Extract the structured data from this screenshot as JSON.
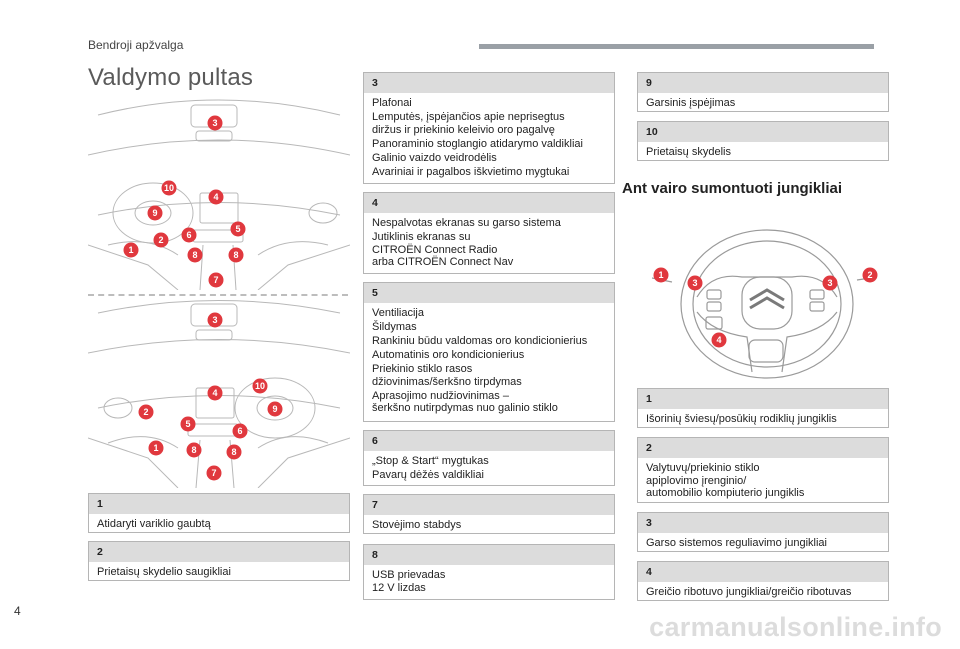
{
  "header": {
    "section": "Bendroji apžvalga",
    "title": "Valdymo pultas"
  },
  "footer": {
    "page_number": "4",
    "watermark": "carmanualsonline.info"
  },
  "left_boxes": [
    {
      "num": "1",
      "lines": [
        "Atidaryti variklio gaubtą"
      ]
    },
    {
      "num": "2",
      "lines": [
        "Prietaisų skydelio saugikliai"
      ]
    }
  ],
  "middle_boxes": [
    {
      "num": "3",
      "lines": [
        "Plafonai",
        "Lemputės, įspėjančios apie neprisegtus",
        "diržus ir priekinio keleivio oro pagalvę",
        "Panoraminio stoglangio atidarymo valdikliai",
        "Galinio vaizdo veidrodėlis",
        "Avariniai ir pagalbos iškvietimo mygtukai"
      ]
    },
    {
      "num": "4",
      "lines": [
        "Nespalvotas ekranas su garso sistema",
        "Jutiklinis ekranas su",
        "CITROËN Connect Radio",
        "arba CITROËN Connect Nav"
      ]
    },
    {
      "num": "5",
      "lines": [
        "Ventiliacija",
        "Šildymas",
        "Rankiniu būdu valdomas oro kondicionierius",
        "Automatinis oro kondicionierius",
        "Priekinio stiklo rasos",
        "džiovinimas/šerkšno tirpdymas",
        "Aprasojimo nudžiovinimas –",
        "šerkšno nutirpdymas nuo galinio stiklo"
      ]
    },
    {
      "num": "6",
      "lines": [
        "„Stop & Start“ mygtukas",
        "Pavarų dėžės valdikliai"
      ]
    },
    {
      "num": "7",
      "lines": [
        "Stovėjimo stabdys"
      ]
    },
    {
      "num": "8",
      "lines": [
        "USB prievadas",
        "12 V lizdas"
      ]
    }
  ],
  "right_top_boxes": [
    {
      "num": "9",
      "lines": [
        "Garsinis įspėjimas"
      ]
    },
    {
      "num": "10",
      "lines": [
        "Prietaisų skydelis"
      ]
    }
  ],
  "steering_heading": "Ant vairo sumontuoti jungikliai",
  "right_bottom_boxes": [
    {
      "num": "1",
      "lines": [
        "Išorinių šviesų/posūkių rodiklių jungiklis"
      ]
    },
    {
      "num": "2",
      "lines": [
        "Valytuvų/priekinio stiklo",
        "apiplovimo įrenginio/",
        "automobilio kompiuterio jungiklis"
      ]
    },
    {
      "num": "3",
      "lines": [
        "Garso sistemos reguliavimo jungikliai"
      ]
    },
    {
      "num": "4",
      "lines": [
        "Greičio ribotuvo jungikliai/greičio ribotuvas"
      ]
    }
  ],
  "illustration_labels": {
    "lhd": [
      "3",
      "10",
      "4",
      "9",
      "5",
      "6",
      "2",
      "1",
      "8",
      "8",
      "7"
    ],
    "rhd": [
      "3",
      "4",
      "10",
      "9",
      "2",
      "5",
      "6",
      "1",
      "8",
      "8",
      "7"
    ],
    "wheel": [
      "1",
      "3",
      "3",
      "2",
      "4"
    ]
  },
  "colors": {
    "badge": "#e0383e",
    "box_head": "#dcdcdc",
    "rule": "#9aa0a6"
  }
}
